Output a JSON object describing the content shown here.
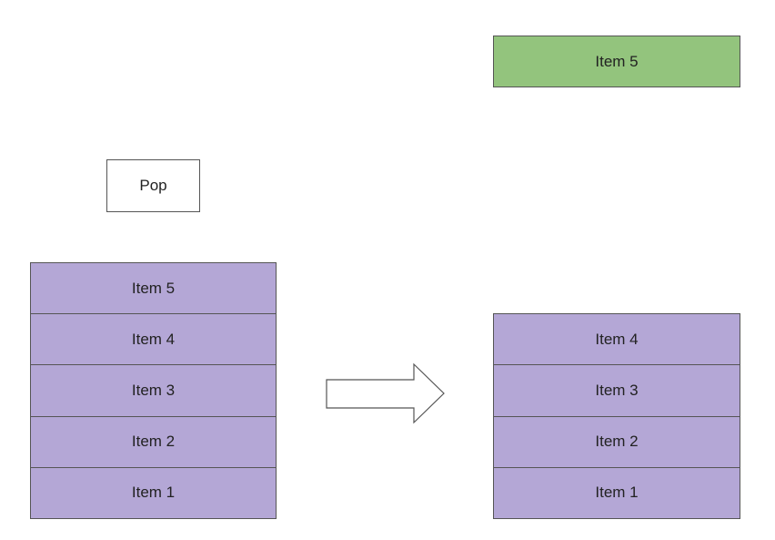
{
  "colors": {
    "stack_item": "#b4a7d6",
    "popped_item": "#93c47d",
    "border": "#555555",
    "background": "#ffffff"
  },
  "operation": {
    "label": "Pop"
  },
  "popped_item": {
    "label": "Item 5"
  },
  "stack_before": {
    "items": [
      "Item 5",
      "Item 4",
      "Item 3",
      "Item 2",
      "Item 1"
    ]
  },
  "stack_after": {
    "items": [
      "Item 4",
      "Item 3",
      "Item 2",
      "Item 1"
    ]
  },
  "arrow": {
    "icon": "right-arrow-icon"
  }
}
